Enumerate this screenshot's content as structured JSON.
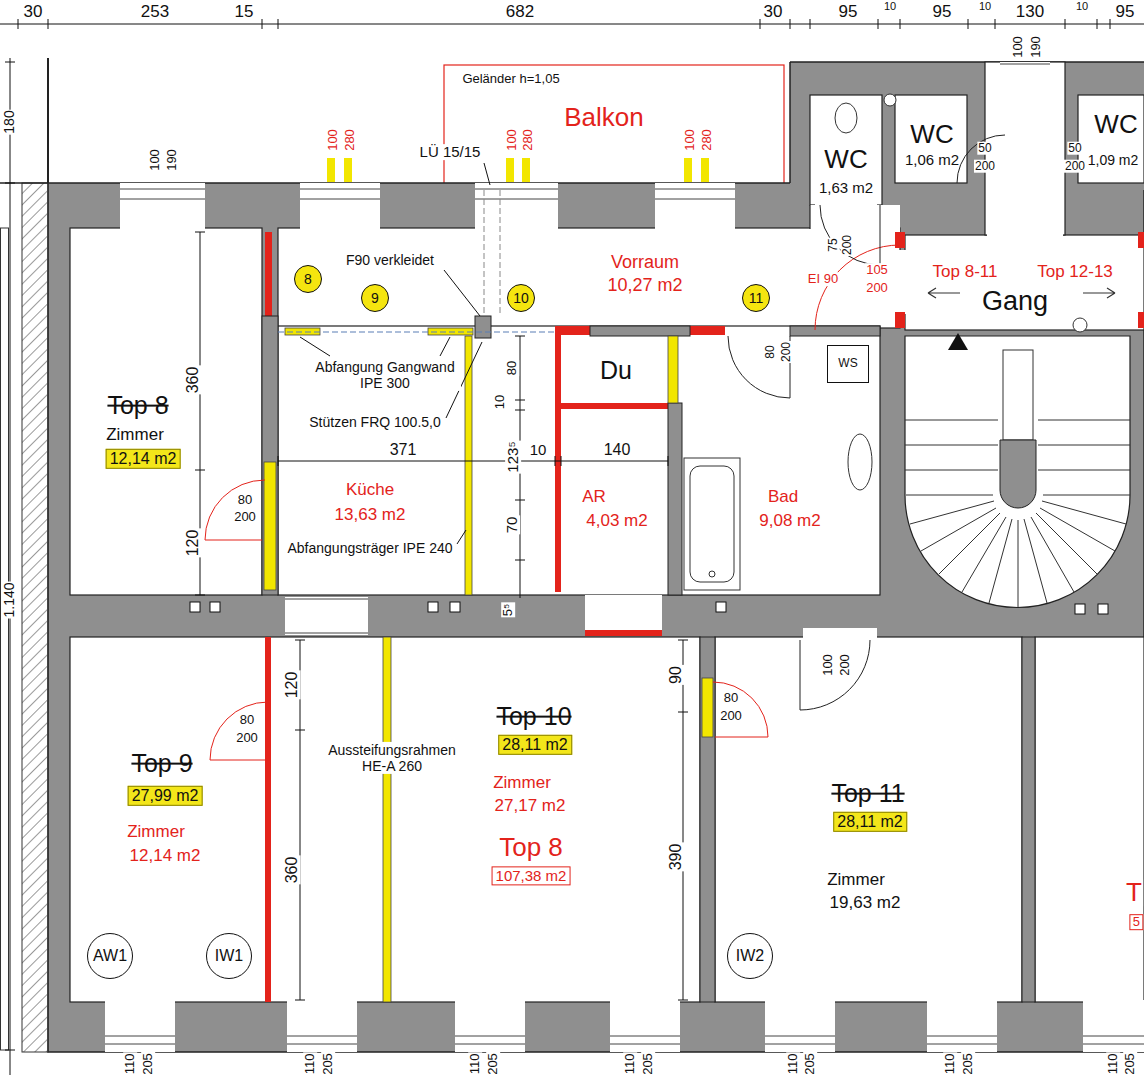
{
  "diagram": {
    "nodes": [
      {
        "text": [
          "WC",
          "1,63 m2"
        ]
      },
      {
        "text": [
          "WC",
          "1,06 m2"
        ]
      },
      {
        "text": [
          "WC",
          "1,09 m2"
        ]
      },
      {
        "text": [
          "Vorraum",
          "10,27 m2"
        ]
      },
      {
        "text": [
          "8"
        ],
        "in": 3
      },
      {
        "text": [
          "9"
        ],
        "in": 3
      },
      {
        "text": [
          "10"
        ],
        "in": 3
      },
      {
        "text": [
          "11"
        ],
        "in": 3
      },
      {
        "text": [
          "Gang"
        ]
      },
      {
        "text": [
          "Top 8",
          "Zimmer",
          "12,14 m2"
        ]
      },
      {
        "text": [
          "Küche",
          "13,63 m2"
        ]
      },
      {
        "text": [
          "Du"
        ]
      },
      {
        "text": [
          "AR",
          "4,03 m2"
        ]
      },
      {
        "text": [
          "Bad",
          "9,08 m2"
        ]
      },
      {
        "text": [
          "WS"
        ],
        "in": 13
      },
      {
        "text": [
          "Top 9",
          "27,99 m2",
          "Zimmer",
          "12,14 m2"
        ]
      },
      {
        "text": [
          "AW1"
        ],
        "in": 15
      },
      {
        "text": [
          "IW1"
        ],
        "in": 15
      },
      {
        "text": [
          "Top 10",
          "28,11 m2",
          "Zimmer",
          "27,17 m2",
          "Top 8",
          "107,38 m2"
        ]
      },
      {
        "text": [
          "Top 11",
          "28,11 m2",
          "Zimmer",
          "19,63 m2"
        ]
      },
      {
        "text": [
          "IW2"
        ],
        "in": 19
      }
    ],
    "labels": [
      "30",
      "253",
      "15",
      "682",
      "30",
      "95",
      "10",
      "95",
      "10",
      "130",
      "10",
      "95",
      "180",
      "1.140",
      "100",
      "190",
      "Geländer h=1,05",
      "Balkon",
      "100",
      "280",
      "LÜ 15/15",
      "100",
      "280",
      "100",
      "280",
      "100",
      "190",
      "50",
      "200",
      "50",
      "200",
      "F90 verkleidet",
      "75",
      "200",
      "105",
      "200",
      "EI 90",
      "Top 8-11",
      "Top 12-13",
      "Abfangung Gangwand IPE 300",
      "Stützen FRQ 100.5,0",
      "80",
      "10",
      "371",
      "123⁵",
      "10",
      "140",
      "70",
      "5⁵",
      "Abfangungsträger IPE 240",
      "80",
      "200",
      "360",
      "80",
      "200",
      "120",
      "120",
      "80",
      "200",
      "Aussteifungsrahmen HE-A 260",
      "360",
      "90",
      "390",
      "80",
      "200",
      "100",
      "200",
      "T",
      "5",
      "110",
      "205",
      "110",
      "205",
      "110",
      "205",
      "110",
      "205",
      "110",
      "205",
      "110",
      "205",
      "110",
      "205"
    ]
  }
}
